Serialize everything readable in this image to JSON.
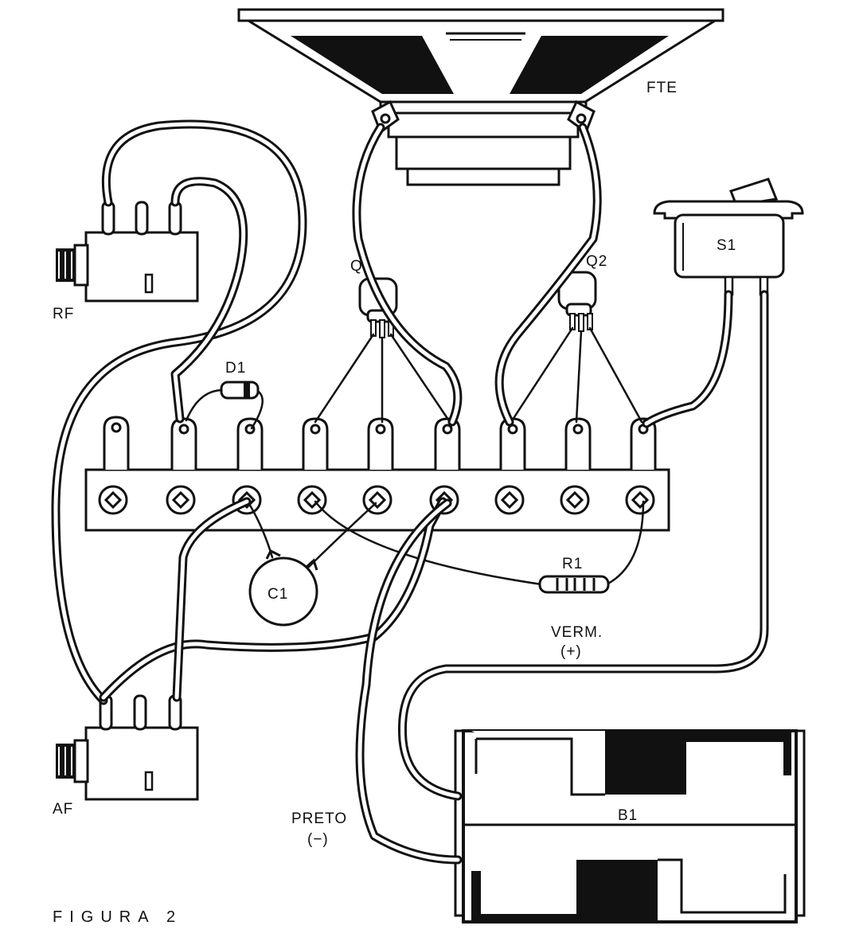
{
  "labels": {
    "speaker": "FTE",
    "switch": "S1",
    "jack_rf": "RF",
    "jack_af": "AF",
    "diode": "D1",
    "transistor_1": "Q1",
    "transistor_2": "Q2",
    "capacitor": "C1",
    "resistor": "R1",
    "battery": "B1",
    "red_wire": "VERM.",
    "red_polarity": "(+)",
    "black_wire": "PRETO",
    "black_polarity": "(−)",
    "figure_caption": "FIGURA 2"
  },
  "colors": {
    "ink": "#111111",
    "paper": "#ffffff"
  }
}
